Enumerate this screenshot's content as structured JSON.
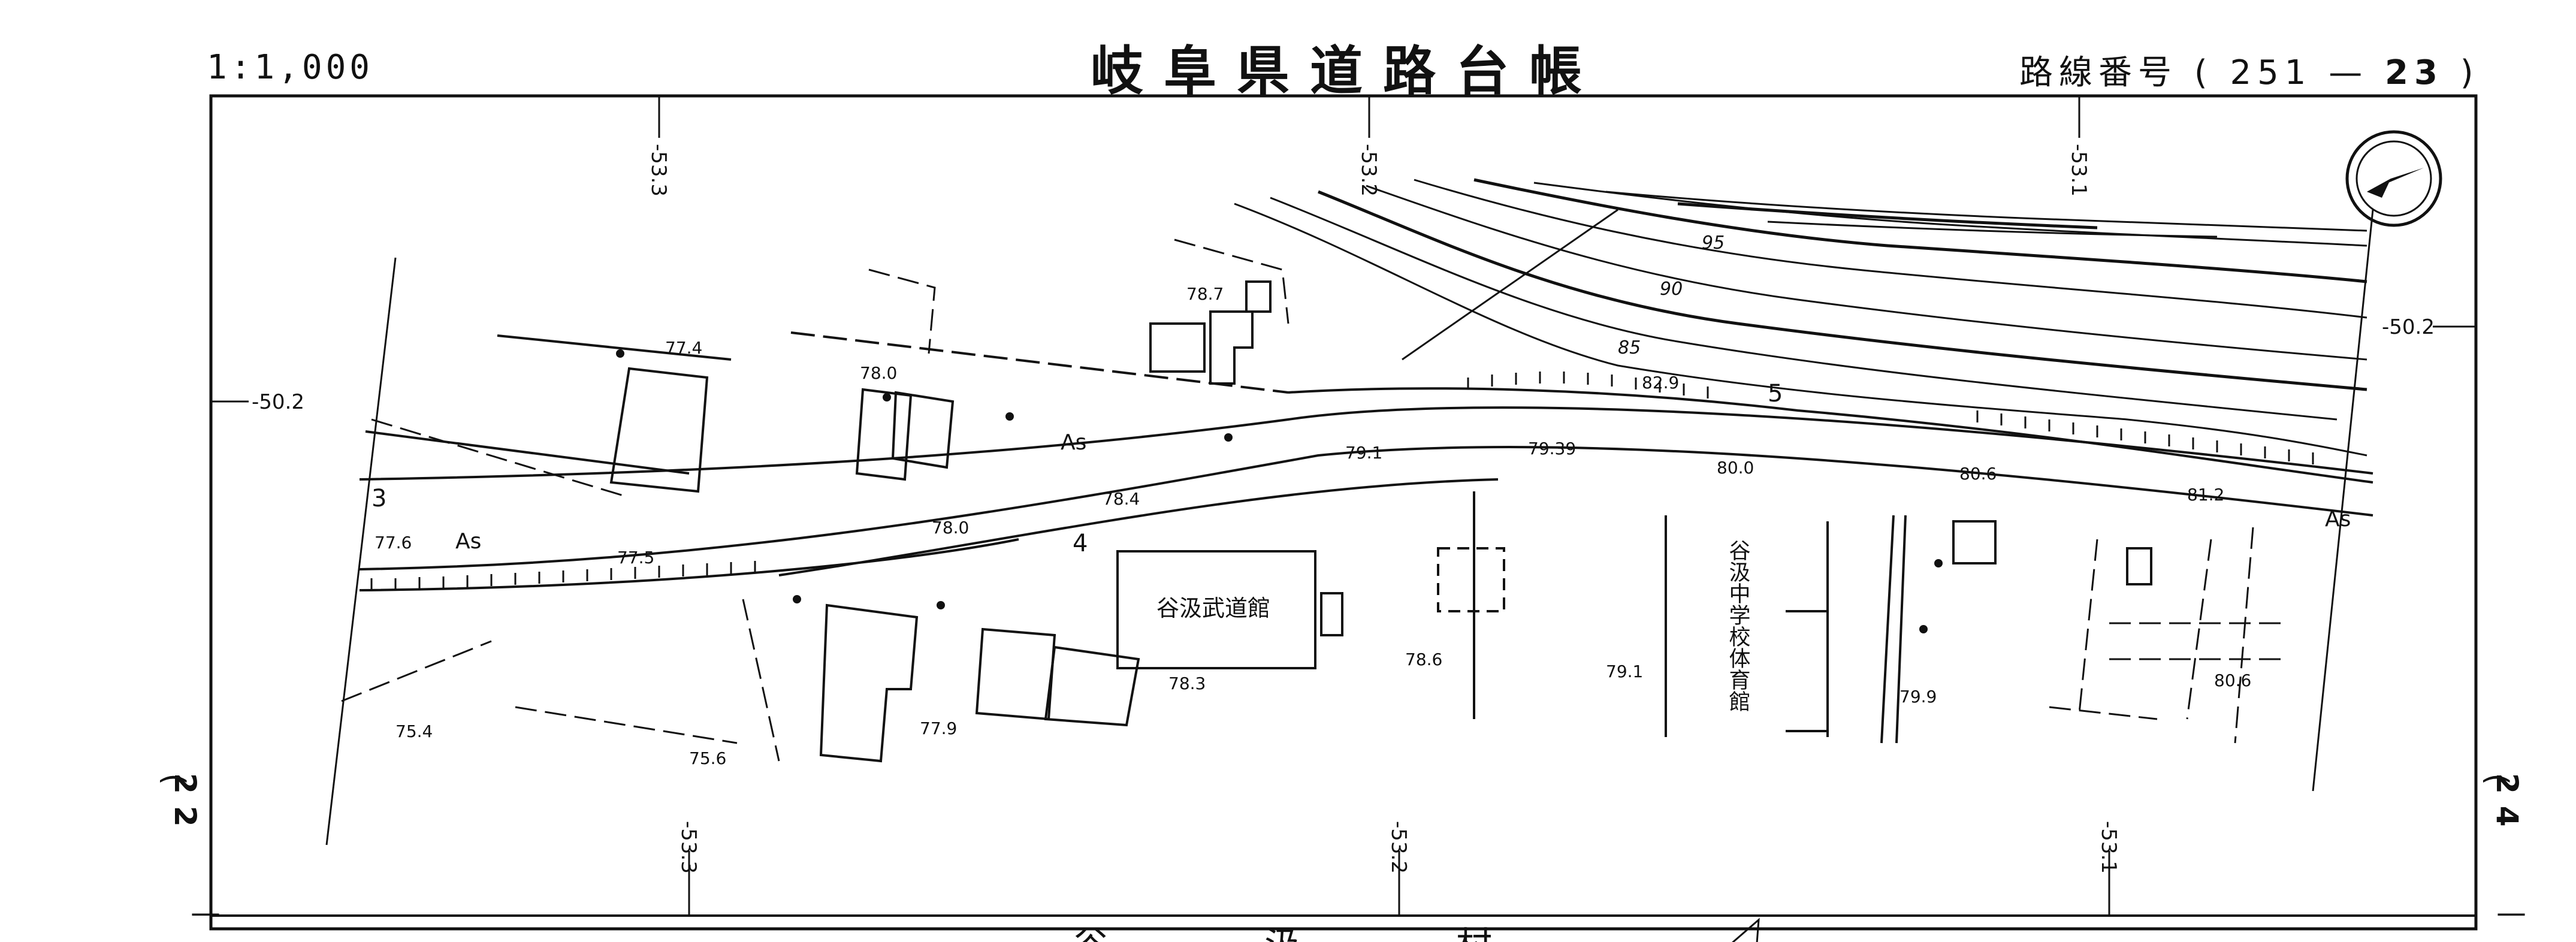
{
  "header": {
    "scale": "1:1,000",
    "title": "岐阜県道路台帳",
    "route_label": "路線番号",
    "route_open": "(",
    "route_number": "251",
    "route_dash": "—",
    "route_sheet": "23",
    "route_close": ")"
  },
  "side": {
    "left_sheet": "22",
    "left_paren": ")",
    "left_bar": "—",
    "right_sheet": "24",
    "right_paren": ")",
    "right_bar": "—"
  },
  "grid_labels": {
    "top_1": "-53.3",
    "top_2": "-53.2",
    "top_3": "-53.1",
    "bottom_1": "-53.3",
    "bottom_2": "-53.2",
    "bottom_3": "-53.1",
    "left_1": "-50.2",
    "right_1": "-50.2"
  },
  "buildings": {
    "budokan": "谷汲武道館",
    "gym": "谷汲中学校体育館"
  },
  "road_marks": {
    "as_1": "As",
    "as_2": "As",
    "as_3": "As",
    "num_3": "3",
    "num_4": "4",
    "num_5": "5"
  },
  "elevations": {
    "e1": "77.4",
    "e2": "78.0",
    "e3": "78.7",
    "e4": "77.6",
    "e5": "77.5",
    "e6": "78.0",
    "e7": "78.4",
    "e8": "79.1",
    "e9": "79.39",
    "e10": "80.0",
    "e11": "82.9",
    "e12": "80.6",
    "e13": "81.2",
    "e14": "75.4",
    "e15": "75.6",
    "e16": "77.9",
    "e17": "78.3",
    "e18": "78.6",
    "e19": "79.1",
    "e20": "79.9",
    "e21": "80.6"
  },
  "contours": {
    "c95": "95",
    "c90": "90",
    "c85": "85"
  },
  "bottom_text": {
    "t1": "谷",
    "t2": "汲",
    "t3": "村"
  },
  "colors": {
    "ink": "#111111",
    "paper": "#ffffff"
  }
}
